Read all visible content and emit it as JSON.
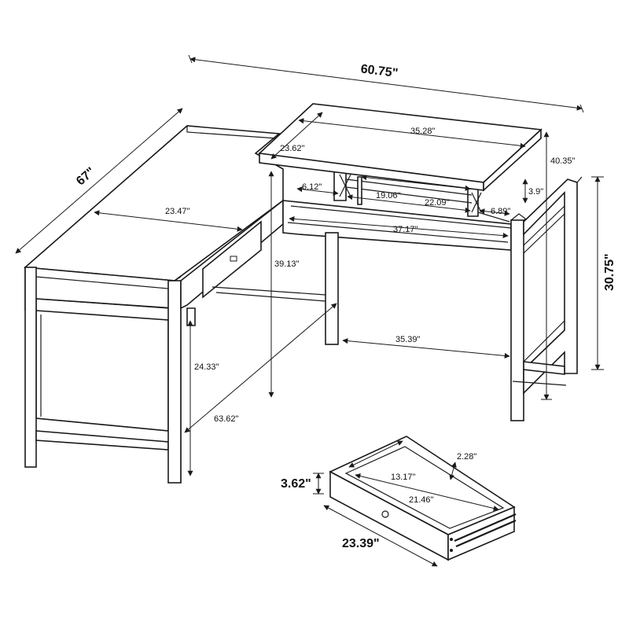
{
  "dimensions": {
    "overall_width": "60.75\"",
    "overall_depth": "67\"",
    "lift_top_width": "35.28\"",
    "lift_top_depth": "23.62\"",
    "lift_height_max": "40.35\"",
    "lift_rise": "3.9\"",
    "desk_height": "30.75\"",
    "return_depth": "23.47\"",
    "mechanism_left": "6.12\"",
    "mechanism_inner": "19.06\"",
    "mechanism_span": "22.09\"",
    "mechanism_right": "6.89\"",
    "return_inner_width": "37.17\"",
    "underside_height": "39.13\"",
    "leg_span": "35.39\"",
    "knee_height": "24.33\"",
    "return_length": "63.62\"",
    "drawer_inner_width": "13.17\"",
    "drawer_inner_depth": "21.46\"",
    "drawer_side_height": "2.28\"",
    "drawer_height": "3.62\"",
    "drawer_width": "23.39\""
  }
}
